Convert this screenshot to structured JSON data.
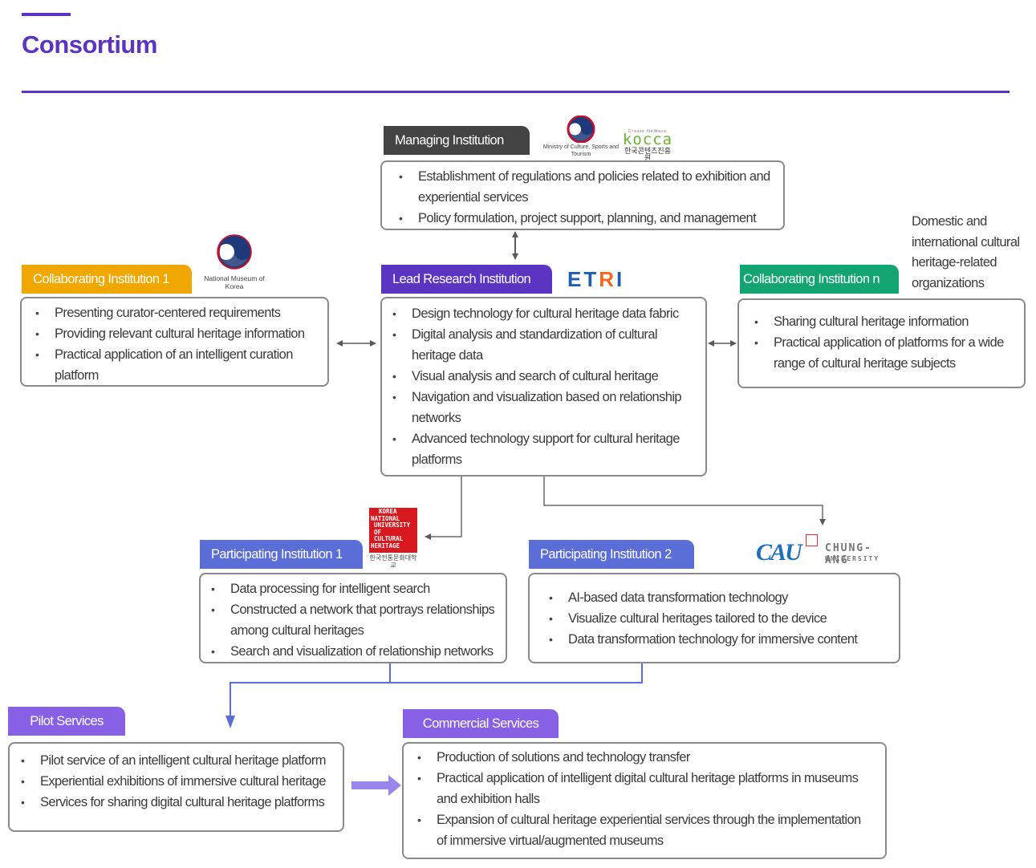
{
  "page": {
    "title": "Consortium"
  },
  "colors": {
    "accent": "#5b35c1",
    "managing": "#444444",
    "lead": "#5b35c1",
    "collaborating_1": "#f0a800",
    "collaborating_n": "#13a571",
    "participating": "#5b6dd6",
    "services": "#8760e6",
    "connector_gray": "#6b6b6b",
    "connector_blue": "#5b6dd6"
  },
  "managing": {
    "label": "Managing Institution",
    "logos": {
      "ministry": "Ministry of Culture, Sports and Tourism",
      "kocca_tagline": "Create NeWave",
      "kocca_name": "kocca",
      "kocca_korean": "한국콘텐츠진흥원"
    },
    "items": [
      "Establishment of regulations and policies related to exhibition and experiential services",
      "Policy formulation, project support, planning, and management"
    ]
  },
  "collab1": {
    "label": "Collaborating Institution 1",
    "logo": "National Museum of Korea",
    "items": [
      "Presenting curator-centered requirements",
      "Providing relevant cultural heritage information",
      "Practical application of an intelligent curation platform"
    ]
  },
  "lead": {
    "label": "Lead Research Institution",
    "logo": {
      "part1": "ET",
      "part2": "R",
      "part3": "I"
    },
    "items": [
      "Design technology for cultural heritage data fabric",
      "Digital analysis and standardization of cultural heritage data",
      "Visual analysis and search of cultural heritage",
      "Navigation and visualization based on relationship networks",
      "Advanced technology support for cultural heritage platforms"
    ]
  },
  "collabn": {
    "label": "Collaborating Institution n",
    "note": "Domestic and international cultural heritage-related organizations",
    "items": [
      "Sharing cultural heritage information",
      "Practical application of platforms for a wide range of cultural heritage subjects"
    ]
  },
  "part1": {
    "label": "Participating Institution 1",
    "logo": {
      "lines": [
        "KOREA",
        "NATIONAL",
        "UNIVERSITY",
        "OF",
        "CULTURAL",
        "HERITAGE"
      ],
      "korean": "한국전통문화대학교"
    },
    "items": [
      "Data processing for intelligent search",
      "Constructed a network that portrays relationships among cultural heritages",
      "Search and visualization of relationship networks"
    ]
  },
  "part2": {
    "label": "Participating Institution 2",
    "logo": {
      "mark": "CAU",
      "name": "CHUNG-ANG",
      "sub": "UNIVERSITY"
    },
    "items": [
      "AI-based data transformation technology",
      "Visualize cultural heritages tailored to the device",
      "Data transformation technology for immersive content"
    ]
  },
  "pilot": {
    "label": "Pilot Services",
    "items": [
      "Pilot service of an intelligent cultural heritage platform",
      "Experiential exhibitions of immersive cultural heritage",
      "Services for sharing digital cultural heritage platforms"
    ]
  },
  "commercial": {
    "label": "Commercial Services",
    "items": [
      "Production of solutions and technology transfer",
      "Practical application of intelligent digital cultural heritage platforms in museums and exhibition halls",
      "Expansion of cultural heritage experiential services through the implementation of immersive virtual/augmented museums"
    ]
  }
}
